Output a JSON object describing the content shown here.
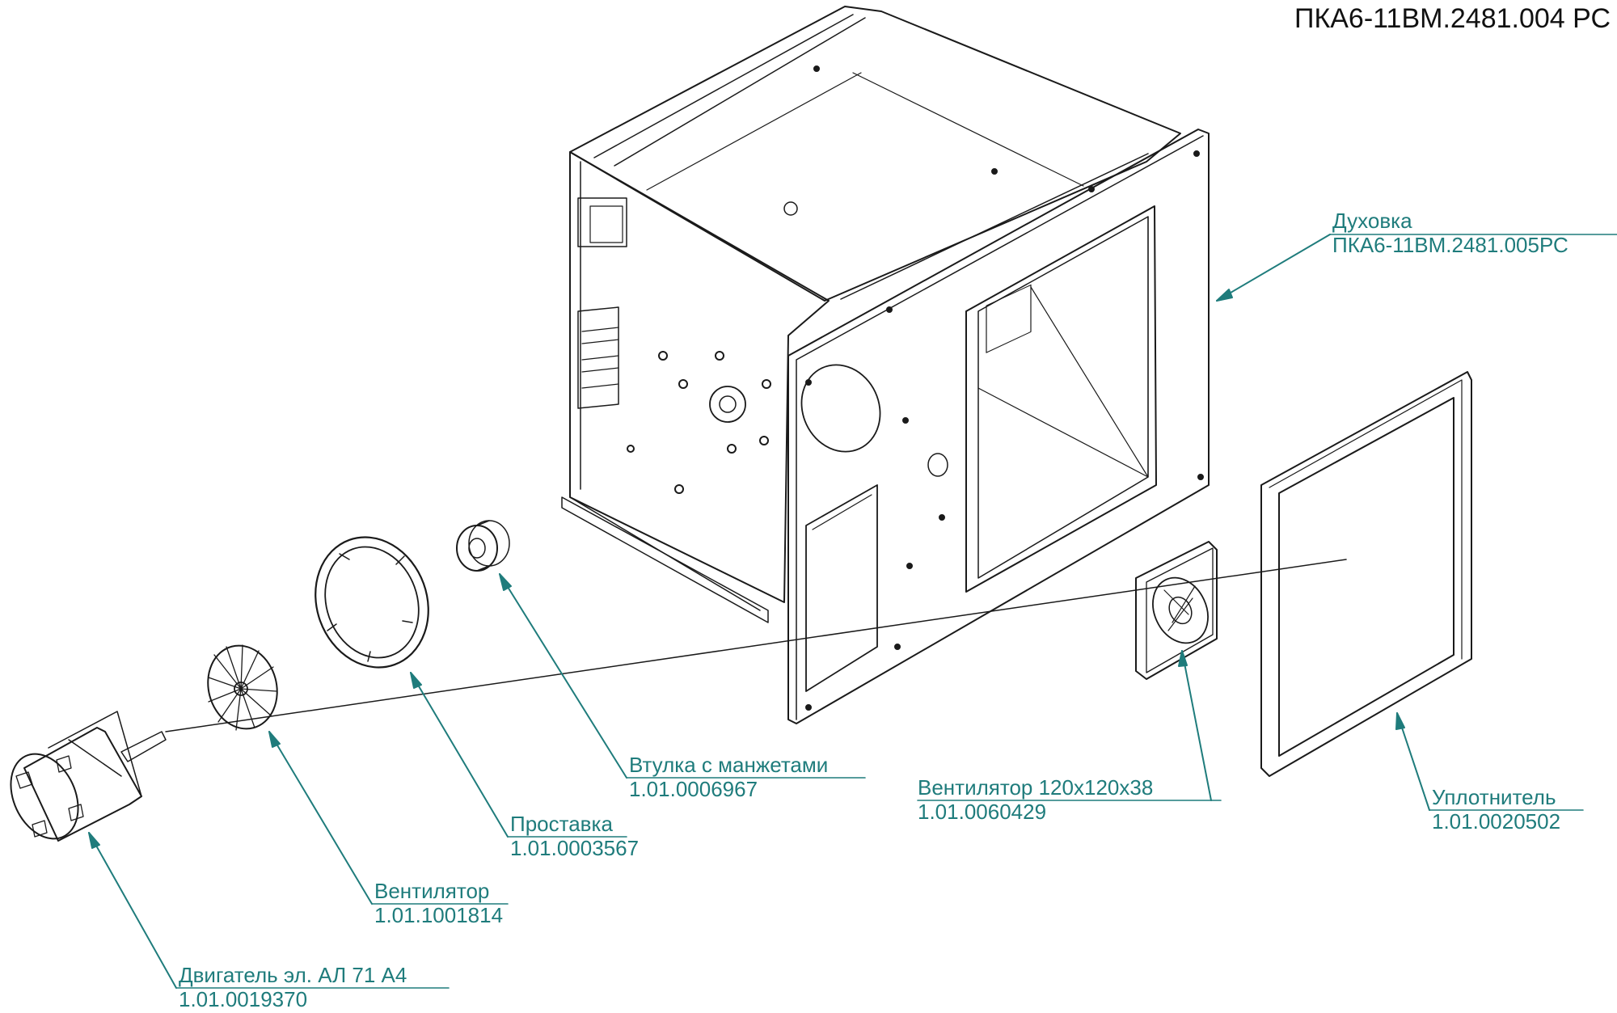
{
  "document": {
    "title": "ПКА6-11ВМ.2481.004 РС"
  },
  "colors": {
    "leader": "#1f7c7c",
    "outline": "#1a1a1a"
  },
  "callouts": [
    {
      "id": "oven",
      "name": "Духовка",
      "code": "ПКА6-11ВМ.2481.005РС"
    },
    {
      "id": "bushing",
      "name": "Втулка с манжетами",
      "code": "1.01.0006967"
    },
    {
      "id": "spacer",
      "name": "Проставка",
      "code": "1.01.0003567"
    },
    {
      "id": "impeller",
      "name": "Вентилятор",
      "code": "1.01.1001814"
    },
    {
      "id": "motor",
      "name": "Двигатель эл. АЛ 71 А4",
      "code": "1.01.0019370"
    },
    {
      "id": "fan120",
      "name": "Вентилятор 120х120х38",
      "code": "1.01.0060429"
    },
    {
      "id": "seal",
      "name": "Уплотнитель",
      "code": "1.01.0020502"
    }
  ]
}
